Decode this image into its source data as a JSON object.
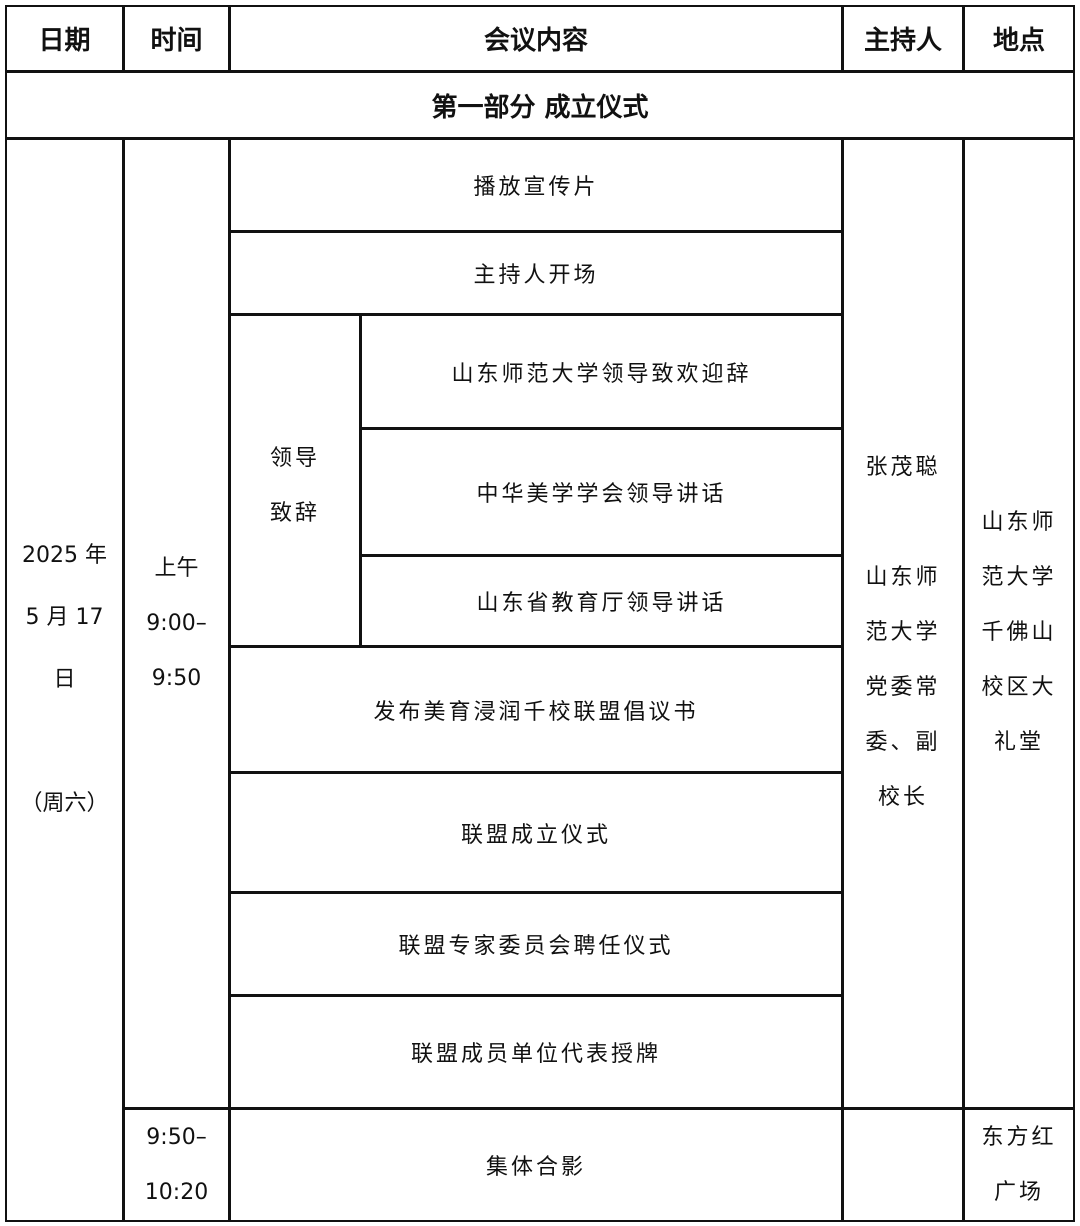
{
  "header": {
    "date": "日期",
    "time": "时间",
    "content": "会议内容",
    "host": "主持人",
    "place": "地点"
  },
  "section_title": "第一部分 成立仪式",
  "date_cell": "2025 年\n5 月 17\n日\n\n（周六）",
  "time_slots": [
    "上午\n9:00–\n9:50",
    "9:50–\n10:20"
  ],
  "agenda": {
    "item1": "播放宣传片",
    "item2": "主持人开场",
    "leader_group_label": "领导\n致辞",
    "leader_speeches": [
      "山东师范大学领导致欢迎辞",
      "中华美学学会领导讲话",
      "山东省教育厅领导讲话"
    ],
    "item3": "发布美育浸润千校联盟倡议书",
    "item4": "联盟成立仪式",
    "item5": "联盟专家委员会聘任仪式",
    "item6": "联盟成员单位代表授牌",
    "item7": "集体合影"
  },
  "host": "张茂聪\n\n山东师\n范大学\n党委常\n委、副\n校长",
  "places": [
    "山东师\n范大学\n千佛山\n校区大\n礼堂",
    "东方红\n广场"
  ]
}
